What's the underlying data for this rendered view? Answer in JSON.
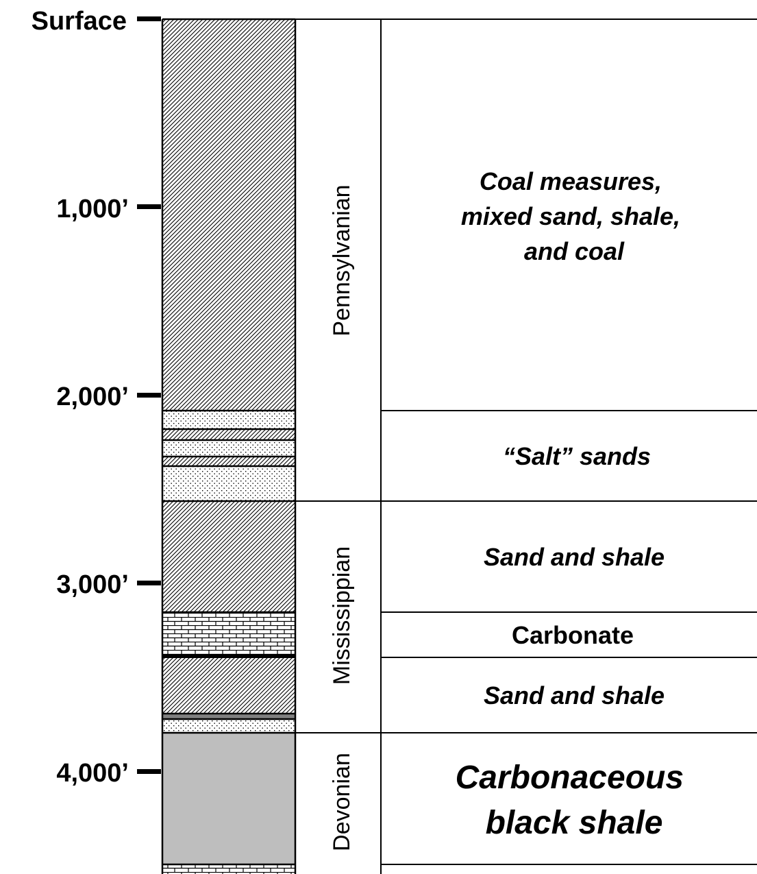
{
  "depth_axis": {
    "surface": "Surface",
    "d1000": "1,000’",
    "d2000": "2,000’",
    "d3000": "3,000’",
    "d4000": "4,000’"
  },
  "periods": {
    "pennsylvanian": "Pennsylvanian",
    "mississippian": "Mississippian",
    "devonian": "Devonian"
  },
  "units": {
    "coal_measures": [
      "Coal measures,",
      "mixed sand, shale,",
      "and coal"
    ],
    "salt_sands": "“Salt” sands",
    "sand_shale_upper": "Sand and shale",
    "carbonate": "Carbonate",
    "sand_shale_lower": "Sand and shale",
    "black_shale": [
      "Carbonaceous",
      "black shale"
    ]
  },
  "colors": {
    "shale_fill": "#bebebe",
    "line": "#000000",
    "background": "#ffffff"
  }
}
